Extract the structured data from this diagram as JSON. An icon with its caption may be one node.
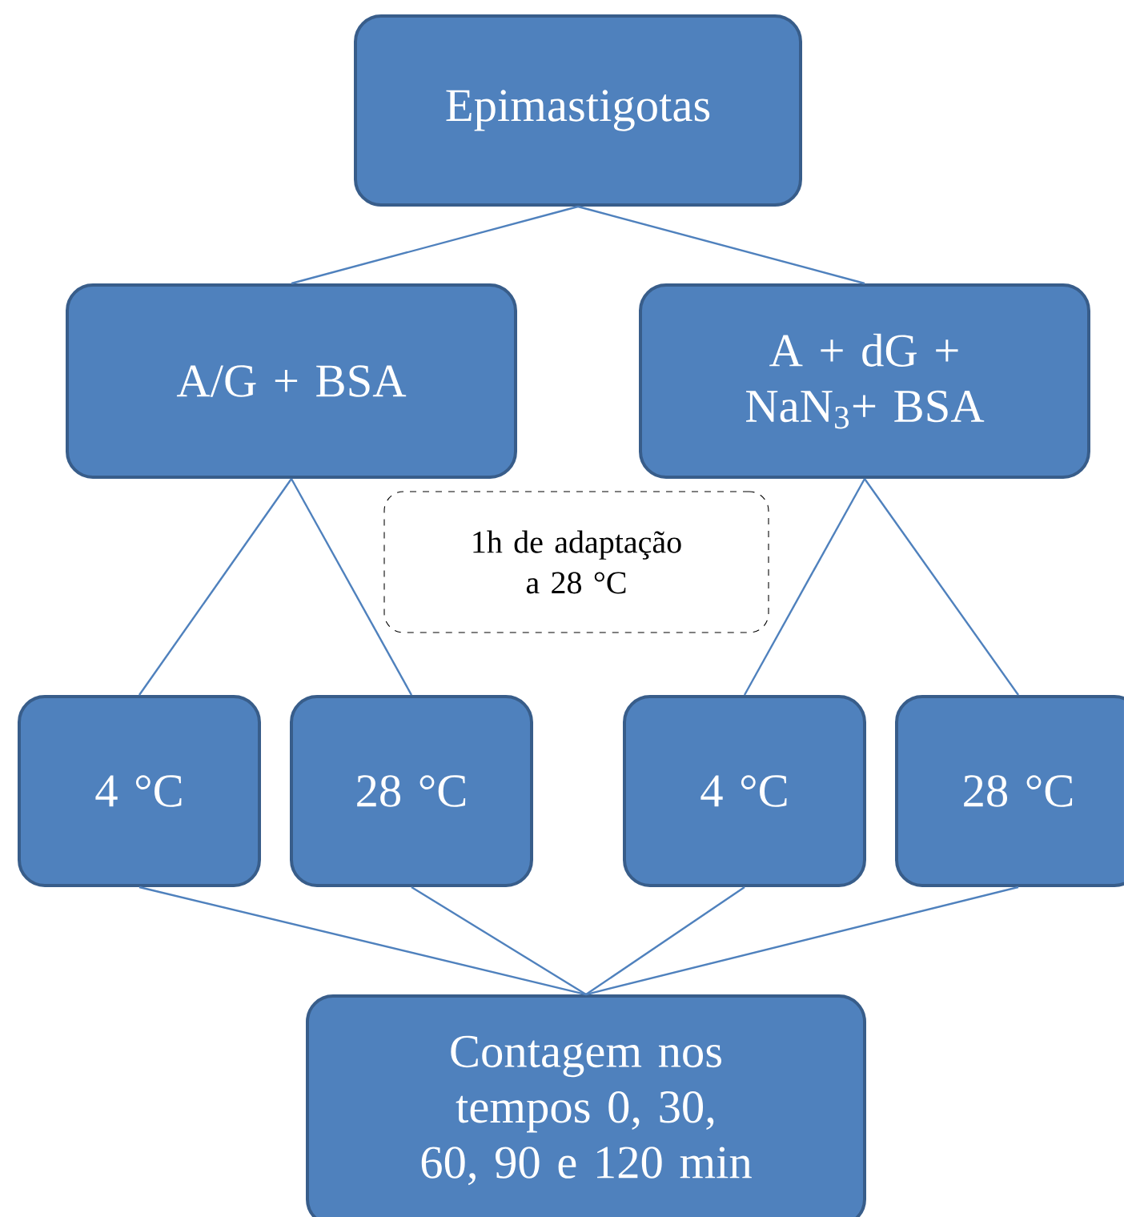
{
  "diagram": {
    "nodes": [
      {
        "text": [
          "Epimastigotas"
        ]
      },
      {
        "text": [
          "A/G + BSA"
        ]
      },
      {
        "text": [
          "A + dG + NaN$_{3}$+ BSA"
        ]
      },
      {
        "text": [
          "1h de adaptação a 28 °C"
        ]
      },
      {
        "text": [
          "4 °C"
        ]
      },
      {
        "text": [
          "28 °C"
        ]
      },
      {
        "text": [
          "4 °C"
        ]
      },
      {
        "text": [
          "28 °C"
        ]
      },
      {
        "text": [
          "Contagem nos tempos 0, 30, 60, 90 e 120 min"
        ]
      }
    ],
    "edges": [
      {
        "from": 0,
        "to": 1,
        "arrow": "none"
      },
      {
        "from": 0,
        "to": 2,
        "arrow": "none"
      },
      {
        "from": 1,
        "to": 4,
        "arrow": "none"
      },
      {
        "from": 1,
        "to": 5,
        "arrow": "none"
      },
      {
        "from": 2,
        "to": 6,
        "arrow": "none"
      },
      {
        "from": 2,
        "to": 7,
        "arrow": "none"
      },
      {
        "from": 4,
        "to": 8,
        "arrow": "none"
      },
      {
        "from": 5,
        "to": 8,
        "arrow": "none"
      },
      {
        "from": 6,
        "to": 8,
        "arrow": "none"
      },
      {
        "from": 7,
        "to": 8,
        "arrow": "none"
      }
    ]
  }
}
